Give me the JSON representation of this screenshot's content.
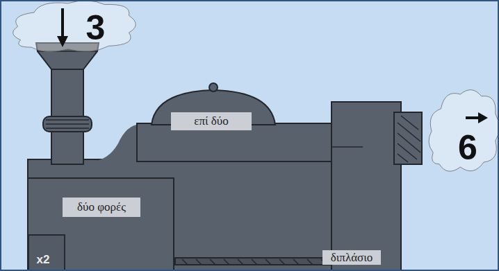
{
  "diagram": {
    "nodes": [
      {
        "text": [
          "3"
        ]
      },
      {
        "text": [
          "επί δύο"
        ]
      },
      {
        "text": [
          "δύο φορές"
        ]
      },
      {
        "text": [
          "x2"
        ]
      },
      {
        "text": [
          "διπλάσιο"
        ]
      },
      {
        "text": [
          "6"
        ]
      }
    ]
  }
}
